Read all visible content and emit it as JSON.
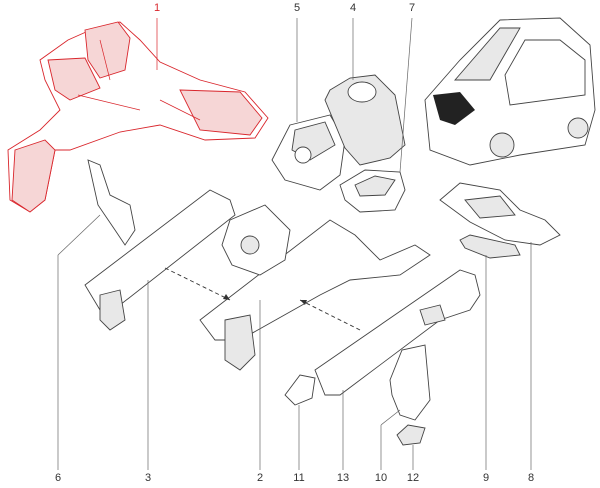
{
  "diagram": {
    "title": "Front body structure parts",
    "highlight_color": "#d9262c",
    "callouts": [
      {
        "id": "1",
        "label": "1",
        "highlighted": true
      },
      {
        "id": "5",
        "label": "5"
      },
      {
        "id": "4",
        "label": "4"
      },
      {
        "id": "7",
        "label": "7"
      },
      {
        "id": "6",
        "label": "6"
      },
      {
        "id": "3",
        "label": "3"
      },
      {
        "id": "2",
        "label": "2"
      },
      {
        "id": "11",
        "label": "11"
      },
      {
        "id": "13",
        "label": "13"
      },
      {
        "id": "10",
        "label": "10"
      },
      {
        "id": "12",
        "label": "12"
      },
      {
        "id": "9",
        "label": "9"
      },
      {
        "id": "8",
        "label": "8"
      }
    ]
  }
}
